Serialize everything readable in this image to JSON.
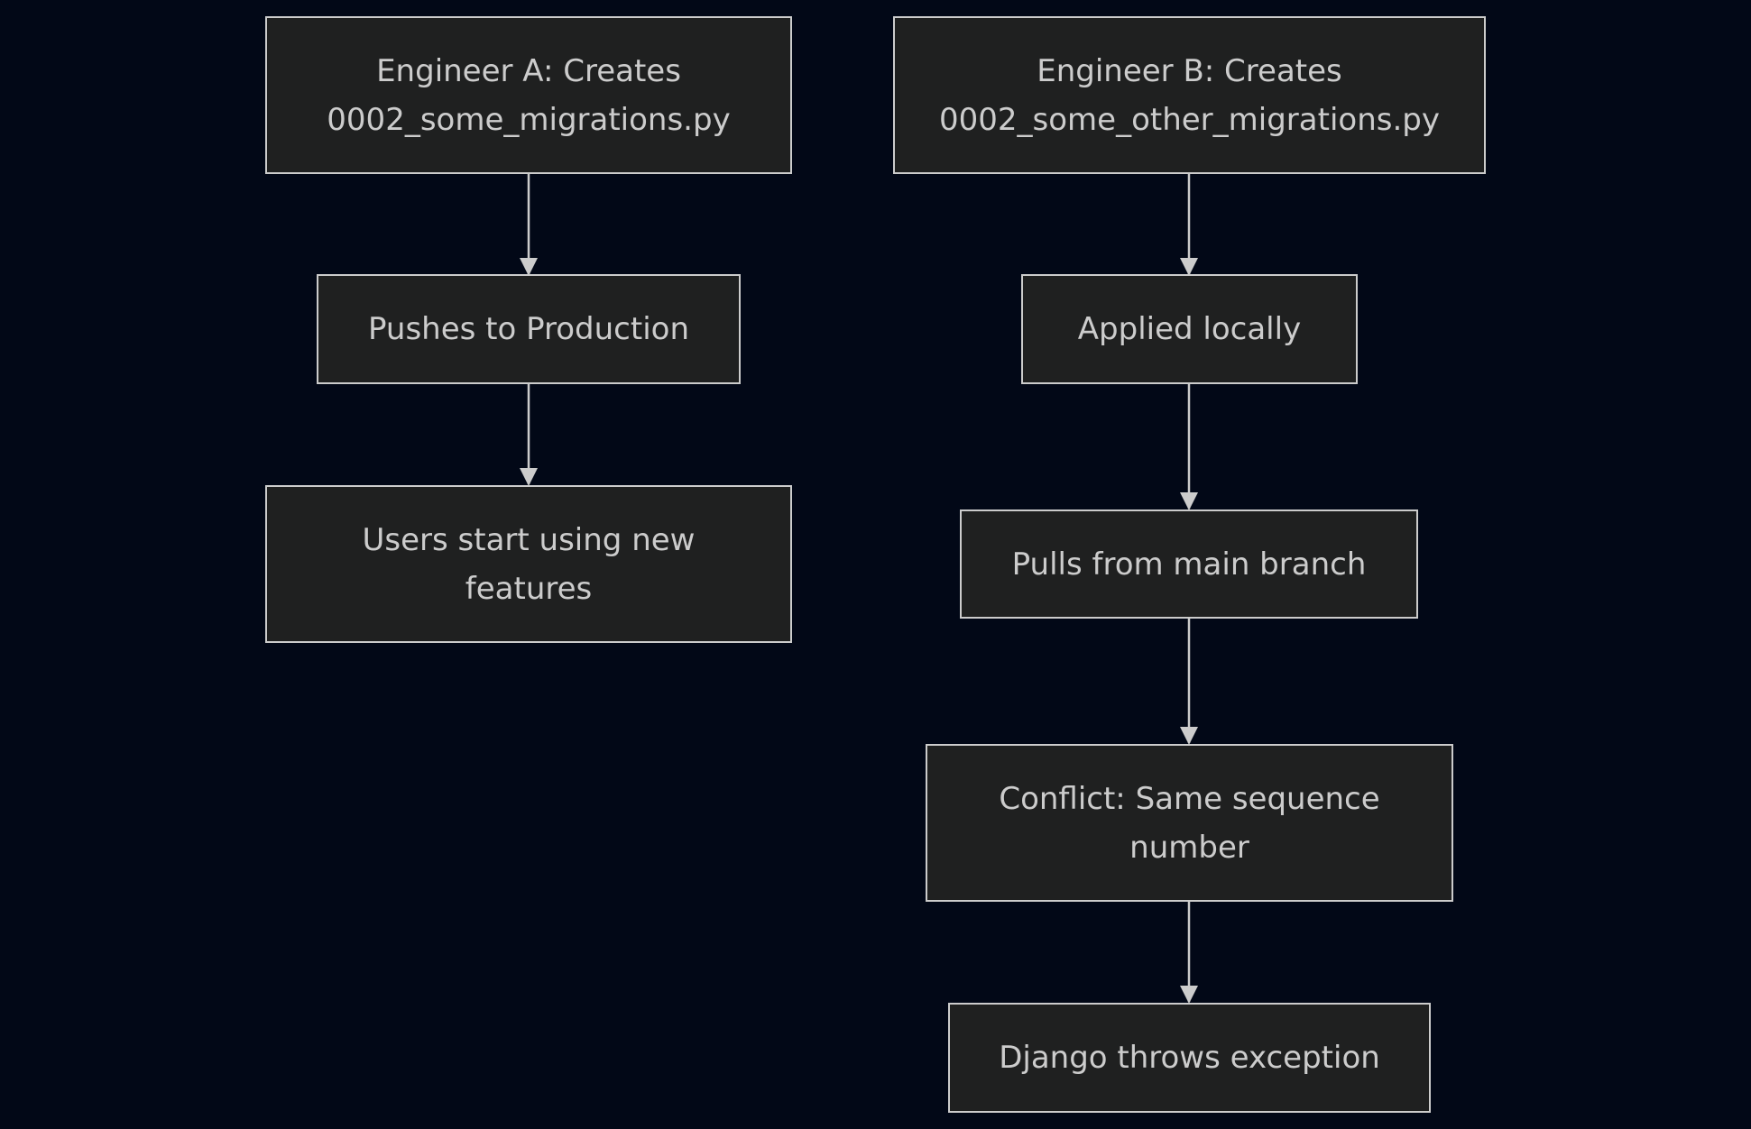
{
  "colors": {
    "background": "#020817",
    "node_fill": "#1f2020",
    "node_border": "#cccccc",
    "text": "#cccccc",
    "edge": "#cccccc"
  },
  "nodes": {
    "a_create": {
      "lines": [
        "Engineer A: Creates",
        "0002_some_migrations.py"
      ]
    },
    "a_push": {
      "lines": [
        "Pushes to Production"
      ]
    },
    "a_users": {
      "lines": [
        "Users start using new",
        "features"
      ]
    },
    "b_create": {
      "lines": [
        "Engineer B: Creates",
        "0002_some_other_migrations.py"
      ]
    },
    "b_applied": {
      "lines": [
        "Applied locally"
      ]
    },
    "b_pull": {
      "lines": [
        "Pulls from main branch"
      ]
    },
    "b_conflict": {
      "lines": [
        "Conflict: Same sequence",
        "number"
      ]
    },
    "b_exception": {
      "lines": [
        "Django throws exception"
      ]
    }
  },
  "edges": [
    {
      "from": "a_create",
      "to": "a_push"
    },
    {
      "from": "a_push",
      "to": "a_users"
    },
    {
      "from": "b_create",
      "to": "b_applied"
    },
    {
      "from": "b_applied",
      "to": "b_pull"
    },
    {
      "from": "b_pull",
      "to": "b_conflict"
    },
    {
      "from": "b_conflict",
      "to": "b_exception"
    }
  ]
}
